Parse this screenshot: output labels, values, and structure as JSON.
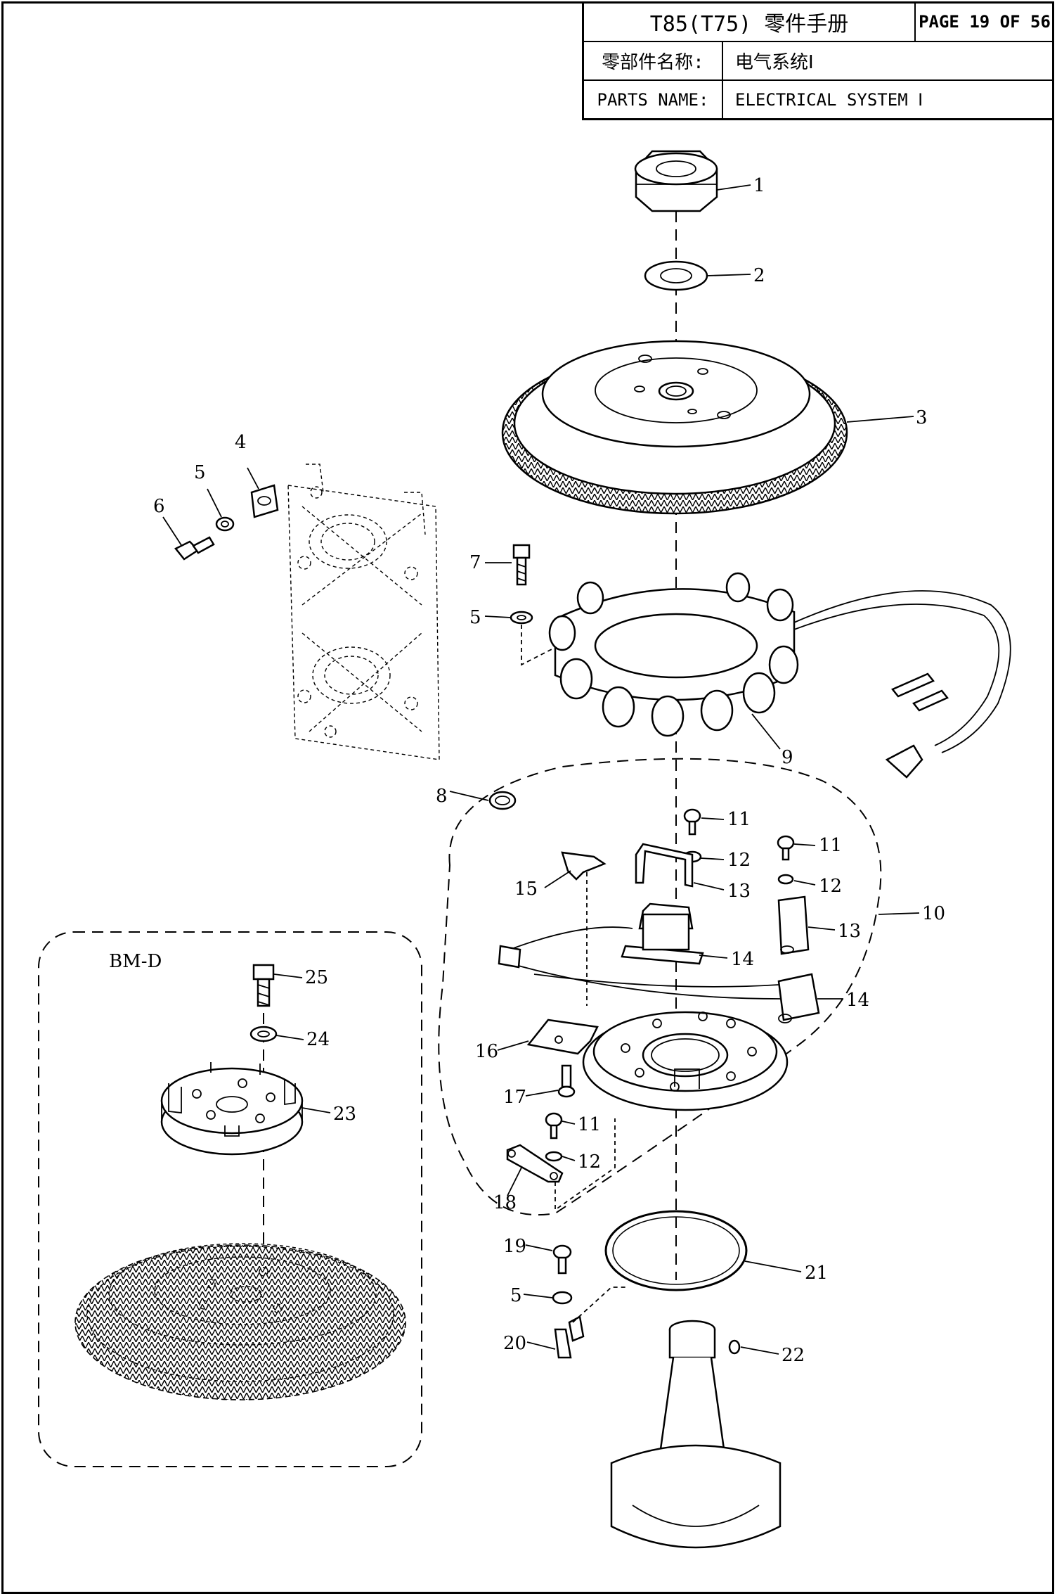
{
  "header": {
    "title": "T85(T75) 零件手册",
    "page": "PAGE 19 OF 56",
    "name_label_cn": "零部件名称:",
    "name_value_cn": "电气系统Ⅰ",
    "name_label_en": "PARTS NAME:",
    "name_value_en": "ELECTRICAL SYSTEM Ⅰ"
  },
  "inset": {
    "label": "BM-D"
  },
  "callouts": [
    {
      "id": "c1",
      "text": "1"
    },
    {
      "id": "c2",
      "text": "2"
    },
    {
      "id": "c3",
      "text": "3"
    },
    {
      "id": "c4",
      "text": "4"
    },
    {
      "id": "c5a",
      "text": "5"
    },
    {
      "id": "c6",
      "text": "6"
    },
    {
      "id": "c7",
      "text": "7"
    },
    {
      "id": "c5b",
      "text": "5"
    },
    {
      "id": "c9",
      "text": "9"
    },
    {
      "id": "c8",
      "text": "8"
    },
    {
      "id": "c11a",
      "text": "11"
    },
    {
      "id": "c12a",
      "text": "12"
    },
    {
      "id": "c13a",
      "text": "13"
    },
    {
      "id": "c11b",
      "text": "11"
    },
    {
      "id": "c12b",
      "text": "12"
    },
    {
      "id": "c13b",
      "text": "13"
    },
    {
      "id": "c15",
      "text": "15"
    },
    {
      "id": "c10",
      "text": "10"
    },
    {
      "id": "c14a",
      "text": "14"
    },
    {
      "id": "c14b",
      "text": "14"
    },
    {
      "id": "c16",
      "text": "16"
    },
    {
      "id": "c17",
      "text": "17"
    },
    {
      "id": "c11c",
      "text": "11"
    },
    {
      "id": "c12c",
      "text": "12"
    },
    {
      "id": "c18",
      "text": "18"
    },
    {
      "id": "c19",
      "text": "19"
    },
    {
      "id": "c5c",
      "text": "5"
    },
    {
      "id": "c20",
      "text": "20"
    },
    {
      "id": "c21",
      "text": "21"
    },
    {
      "id": "c22",
      "text": "22"
    },
    {
      "id": "c25",
      "text": "25"
    },
    {
      "id": "c24",
      "text": "24"
    },
    {
      "id": "c23",
      "text": "23"
    }
  ]
}
